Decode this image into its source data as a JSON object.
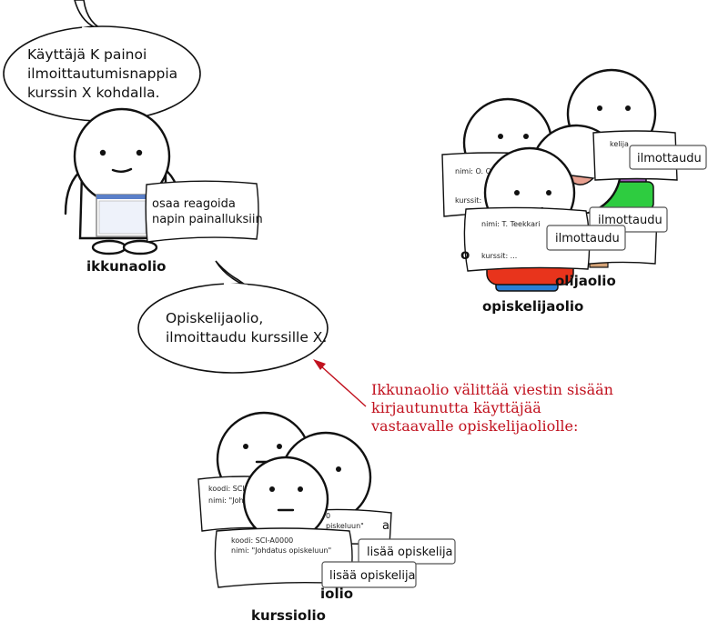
{
  "bubbles": {
    "user_action": [
      "Käyttäjä K painoi",
      "ilmoittautumisnappia",
      "kurssin X kohdalla."
    ],
    "message": [
      "Opiskelijaolio,",
      "ilmoittaudu kurssille X."
    ]
  },
  "ikkunaolio": {
    "name": "ikkunaolio",
    "note": [
      "osaa reagoida",
      "napin painalluksiin"
    ]
  },
  "opiskelijaolio": {
    "name": "opiskelijaolio",
    "name_back": "olijaolio",
    "name_back_left": "o",
    "card_front_name": "nimi: T. Teekkari",
    "card_front_courses": "kurssit: ...",
    "card_back_name": "nimi: O. O",
    "card_back_courses": "kurssit:",
    "card_partial": "kelija",
    "button": "ilmottaudu"
  },
  "kurssiolio": {
    "name": "kurssiolio",
    "name_back": "iolio",
    "card_front_code": "koodi:  SCI-A0000",
    "card_front_name": "nimi: \"Johdatus opiskeluun\"",
    "card_back_code": "koodi:  SCI",
    "card_back_name": "nimi: \"Joh",
    "card_middle_fragment": "piskeluun\"",
    "card_middle_fragment2": "0",
    "button": "lisää opiskelija",
    "button_fragment": "a"
  },
  "annotation": [
    "Ikkunaolio välittää viestin sisään",
    "kirjautunutta käyttäjää",
    "vastaavalle opiskelijaoliolle:"
  ],
  "colors": {
    "red": "#c1121f",
    "shirt_red": "#e8341c",
    "shirt_green": "#2ecc40",
    "shirt_purple": "#9b59b6",
    "pants_blue": "#2a7fd4",
    "skin_pink": "#e8a090",
    "window_blue": "#5a7fc8"
  }
}
